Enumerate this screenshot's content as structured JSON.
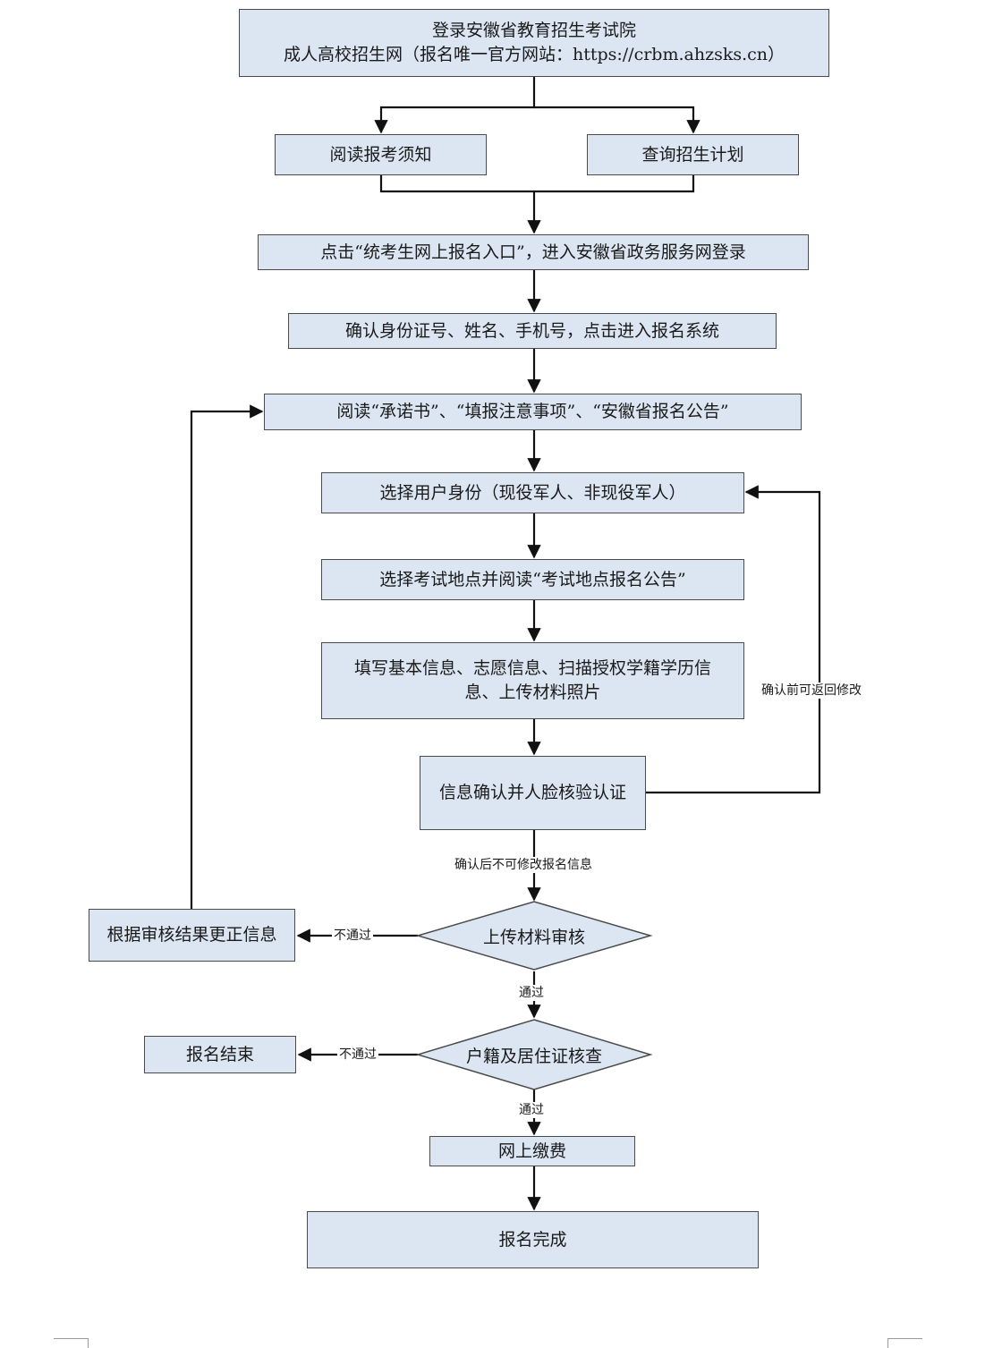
{
  "nodes": {
    "login_line1": "登录安徽省教育招生考试院",
    "login_line2": "成人高校招生网（报名唯一官方网站：https://crbm.ahzsks.cn）",
    "read_notice": "阅读报考须知",
    "query_plan": "查询招生计划",
    "click_entry": "点击“统考生网上报名入口”，进入安徽省政务服务网登录",
    "confirm_id": "确认身份证号、姓名、手机号，点击进入报名系统",
    "read_docs": "阅读“承诺书”、“填报注意事项”、“安徽省报名公告”",
    "select_identity": "选择用户身份（现役军人、非现役军人）",
    "select_location": "选择考试地点并阅读“考试地点报名公告”",
    "fill_line1": "填写基本信息、志愿信息、扫描授权学籍学历信",
    "fill_line2": "息、上传材料照片",
    "face_verify": "信息确认并人脸核验认证",
    "material_review": "上传材料审核",
    "correct_info": "根据审核结果更正信息",
    "hukou_check": "户籍及居住证核查",
    "end_registration": "报名结束",
    "online_payment": "网上缴费",
    "registration_complete": "报名完成"
  },
  "edge_labels": {
    "return_modify": "确认前可返回修改",
    "no_modify_after": "确认后不可修改报名信息",
    "fail_1": "不通过",
    "pass_1": "通过",
    "fail_2": "不通过",
    "pass_2": "通过"
  },
  "colors": {
    "box_fill": "#dce6f2",
    "box_border": "#4a4a4a",
    "line": "#111111"
  }
}
